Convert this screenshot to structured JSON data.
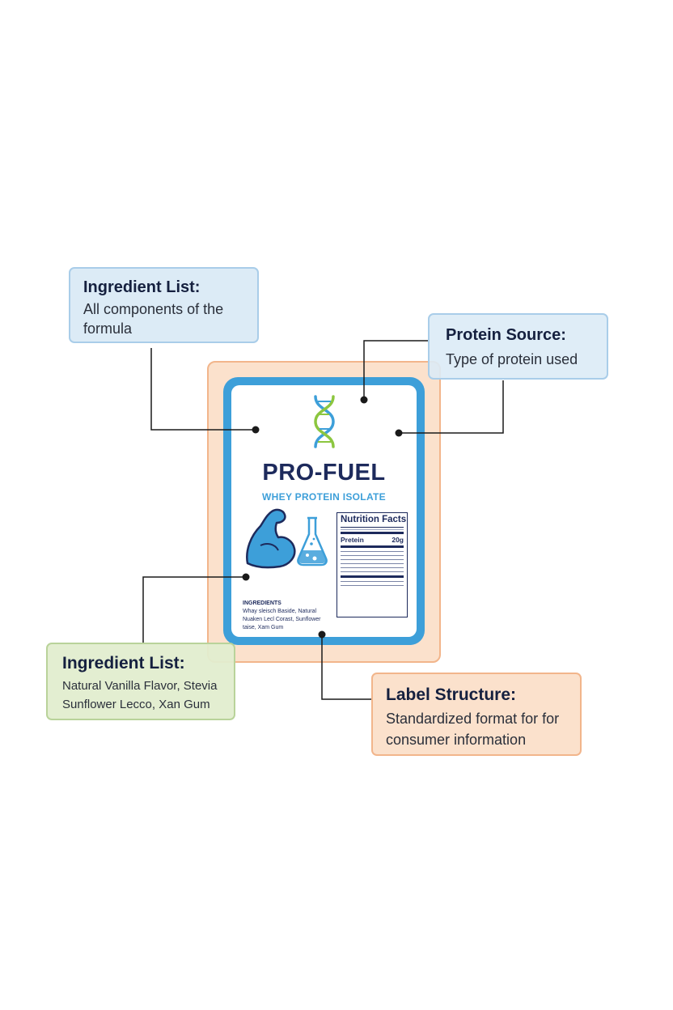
{
  "product": {
    "brand": "PRO-FUEL",
    "subtitle": "WHEY PROTEIN ISOLATE",
    "icons": [
      "dna-icon",
      "flexed-arm-icon",
      "flask-icon"
    ]
  },
  "nutrition_facts": {
    "title": "Nutrition Facts",
    "protein_label": "Pretein",
    "protein_value": "20g"
  },
  "package_ingredients": {
    "title": "INGREDIENTS",
    "text": "Whay sleisch Baside, Natural Nuaken Lecl Corast, Sunflower taise, Xam Gum"
  },
  "callouts": {
    "ingredient_list_top": {
      "title": "Ingredient List:",
      "description": "All components of the formula"
    },
    "protein_source": {
      "title": "Protein Source:",
      "description": "Type of protein used"
    },
    "ingredient_list_bottom": {
      "title": "Ingredient List:",
      "description": "Natural Vanilla Flavor, Stevia Sunflower Lecco, Xan Gum"
    },
    "label_structure": {
      "title": "Label Structure:",
      "description": "Standardized format for for consumer information"
    }
  },
  "colors": {
    "navy": "#1d2a5c",
    "accent_blue": "#3d9fd9",
    "dna_green": "#8cc63f",
    "callout_blue": "#dcebf6",
    "callout_green": "#e1edcf",
    "callout_orange": "#fbe1cc"
  }
}
